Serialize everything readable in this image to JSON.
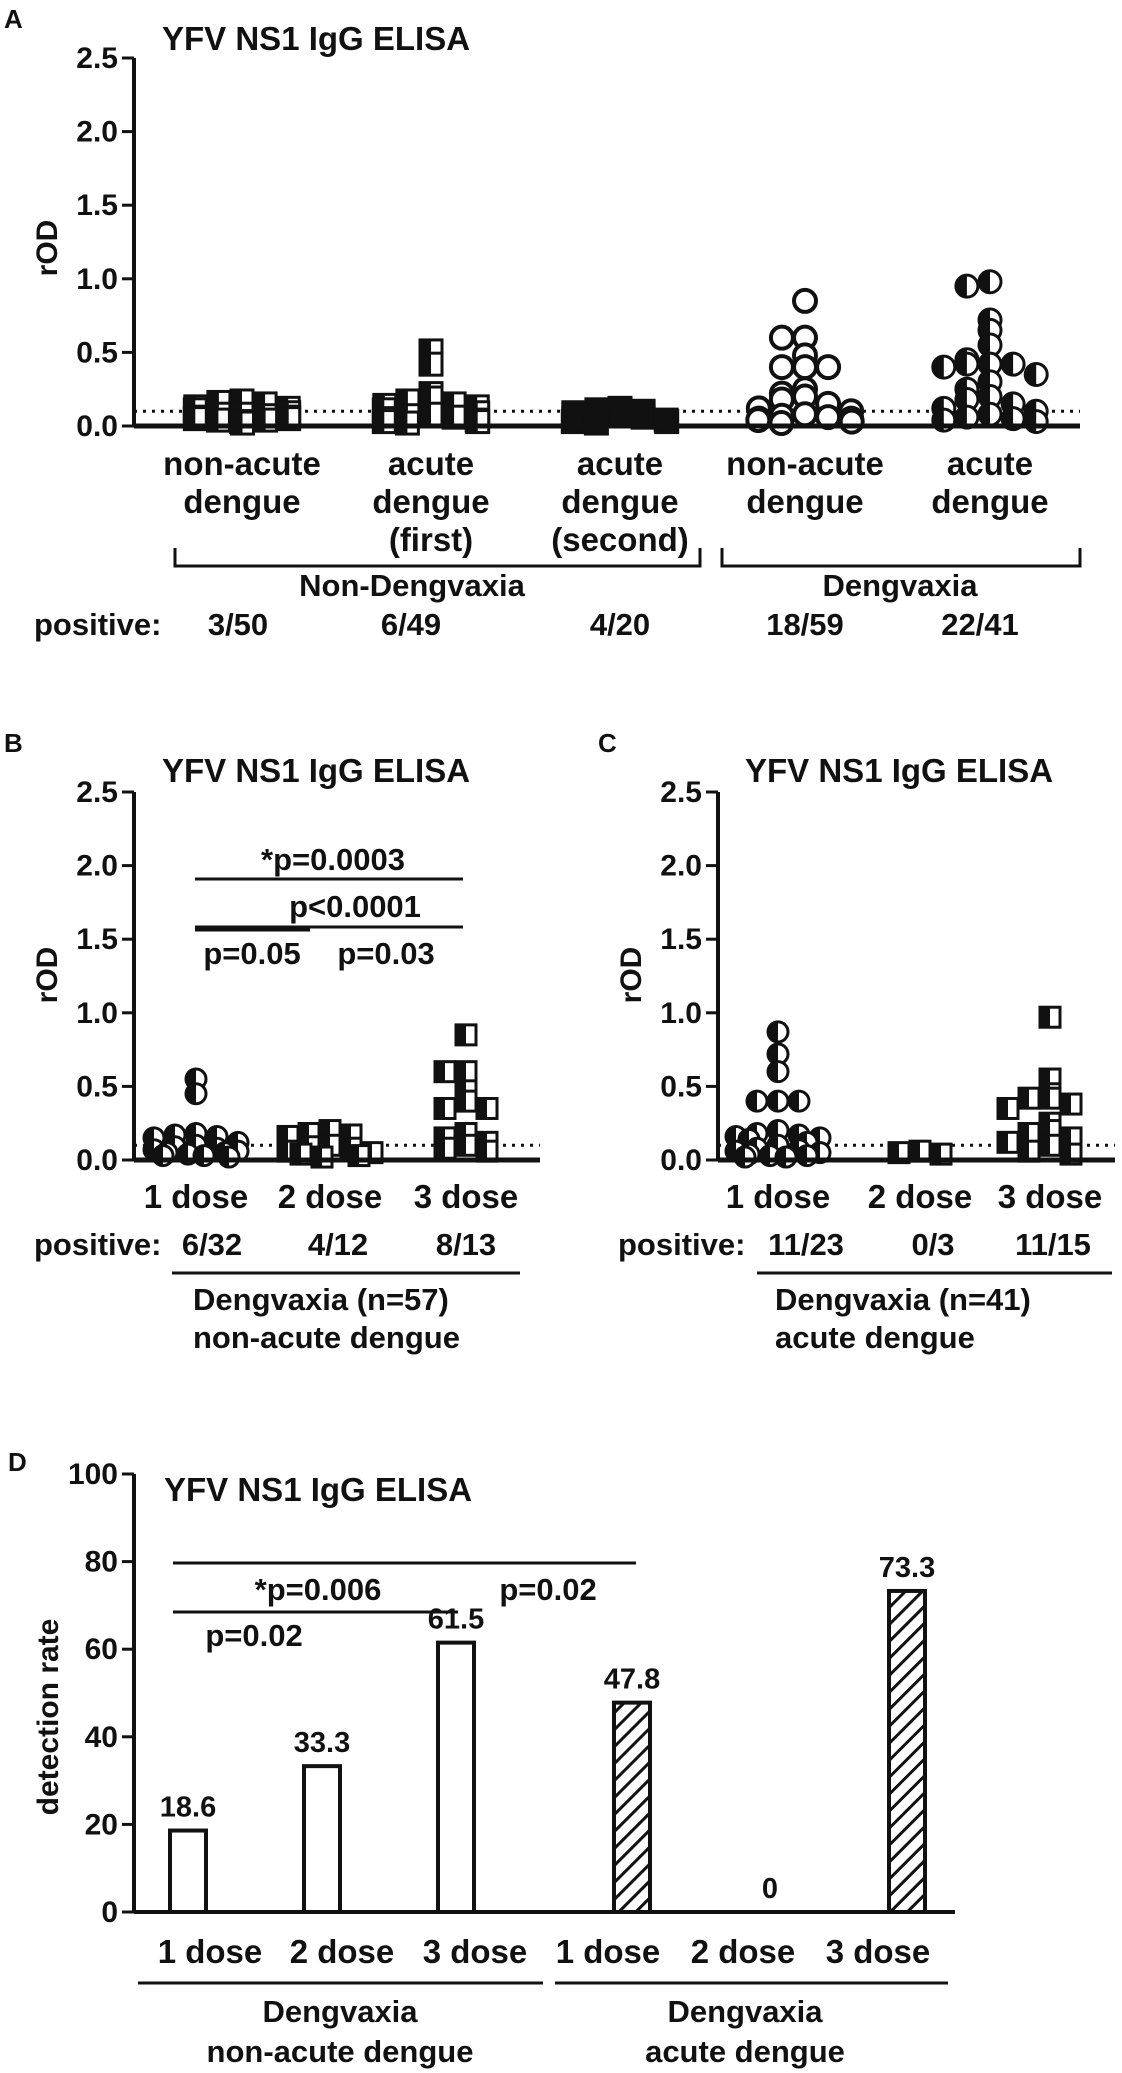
{
  "colors": {
    "ink": "#111111",
    "background": "#ffffff"
  },
  "chart_data": [
    {
      "panel": "A",
      "type": "scatter",
      "title": "YFV NS1 IgG ELISA",
      "ylabel": "rOD",
      "ylim": [
        0,
        2.5
      ],
      "yticks": [
        "0.0",
        "0.5",
        "1.0",
        "1.5",
        "2.0",
        "2.5"
      ],
      "cutoff": 0.1,
      "categories": [
        [
          "non-acute",
          "dengue"
        ],
        [
          "acute",
          "dengue",
          "(first)"
        ],
        [
          "acute",
          "dengue",
          "(second)"
        ],
        [
          "non-acute",
          "dengue"
        ],
        [
          "acute",
          "dengue"
        ]
      ],
      "groups": [
        "Non-Dengvaxia",
        "Dengvaxia"
      ],
      "positive_label": "positive:",
      "positive": [
        "3/50",
        "6/49",
        "4/20",
        "18/59",
        "22/41"
      ],
      "series": [
        {
          "marker": "square-half",
          "values": [
            0.15,
            0.16,
            0.17,
            0.12,
            0.13,
            0.11,
            0.09,
            0.08,
            0.07,
            0.06,
            0.05,
            0.04,
            0.03,
            0.02,
            0.08,
            0.06,
            0.05,
            0.04
          ]
        },
        {
          "marker": "square-half",
          "values": [
            0.51,
            0.42,
            0.22,
            0.19,
            0.17,
            0.15,
            0.14,
            0.13,
            0.11,
            0.09,
            0.08,
            0.07,
            0.06,
            0.05,
            0.04,
            0.03,
            0.03,
            0.02
          ]
        },
        {
          "marker": "square-fill",
          "values": [
            0.12,
            0.11,
            0.1,
            0.09,
            0.08,
            0.07,
            0.06,
            0.05,
            0.04,
            0.03,
            0.03,
            0.02
          ]
        },
        {
          "marker": "circle-open",
          "values": [
            0.85,
            0.6,
            0.6,
            0.48,
            0.4,
            0.4,
            0.4,
            0.25,
            0.22,
            0.2,
            0.18,
            0.15,
            0.12,
            0.1,
            0.08,
            0.07,
            0.06,
            0.05,
            0.05,
            0.04,
            0.03,
            0.02
          ]
        },
        {
          "marker": "circle-half",
          "values": [
            0.98,
            0.95,
            0.72,
            0.65,
            0.55,
            0.45,
            0.42,
            0.42,
            0.42,
            0.4,
            0.35,
            0.3,
            0.25,
            0.2,
            0.18,
            0.15,
            0.12,
            0.1,
            0.08,
            0.06,
            0.05,
            0.04,
            0.03
          ]
        }
      ]
    },
    {
      "panel": "B",
      "type": "scatter",
      "title": "YFV NS1 IgG ELISA",
      "ylabel": "rOD",
      "ylim": [
        0,
        2.5
      ],
      "yticks": [
        "0.0",
        "0.5",
        "1.0",
        "1.5",
        "2.0",
        "2.5"
      ],
      "cutoff": 0.1,
      "categories": [
        "1 dose",
        "2 dose",
        "3 dose"
      ],
      "positive_label": "positive:",
      "positive": [
        "6/32",
        "4/12",
        "8/13"
      ],
      "group": [
        "Dengvaxia (n=57)",
        "non-acute dengue"
      ],
      "comparisons": [
        "*p=0.0003",
        "p<0.0001",
        "p=0.05",
        "p=0.03"
      ],
      "series": [
        {
          "marker": "circle-half",
          "values": [
            0.55,
            0.45,
            0.18,
            0.17,
            0.16,
            0.15,
            0.12,
            0.1,
            0.09,
            0.08,
            0.07,
            0.06,
            0.05,
            0.05,
            0.04,
            0.03,
            0.03,
            0.02
          ]
        },
        {
          "marker": "square-half",
          "values": [
            0.2,
            0.18,
            0.17,
            0.16,
            0.1,
            0.09,
            0.08,
            0.06,
            0.05,
            0.04,
            0.03,
            0.02
          ]
        },
        {
          "marker": "square-half",
          "values": [
            0.85,
            0.6,
            0.6,
            0.47,
            0.4,
            0.35,
            0.35,
            0.18,
            0.15,
            0.12,
            0.1,
            0.08,
            0.06
          ]
        }
      ]
    },
    {
      "panel": "C",
      "type": "scatter",
      "title": "YFV NS1 IgG ELISA",
      "ylabel": "rOD",
      "ylim": [
        0,
        2.5
      ],
      "yticks": [
        "0.0",
        "0.5",
        "1.0",
        "1.5",
        "2.0",
        "2.5"
      ],
      "cutoff": 0.1,
      "categories": [
        "1 dose",
        "2 dose",
        "3 dose"
      ],
      "positive_label": "positive:",
      "positive": [
        "11/23",
        "0/3",
        "11/15"
      ],
      "group": [
        "Dengvaxia (n=41)",
        "acute dengue"
      ],
      "series": [
        {
          "marker": "circle-half",
          "values": [
            0.87,
            0.72,
            0.6,
            0.4,
            0.4,
            0.4,
            0.2,
            0.18,
            0.17,
            0.16,
            0.15,
            0.14,
            0.12,
            0.1,
            0.08,
            0.07,
            0.06,
            0.05,
            0.04,
            0.03,
            0.03,
            0.02,
            0.02
          ]
        },
        {
          "marker": "square-half",
          "values": [
            0.06,
            0.05,
            0.04
          ]
        },
        {
          "marker": "square-half",
          "values": [
            0.97,
            0.55,
            0.45,
            0.42,
            0.42,
            0.38,
            0.35,
            0.25,
            0.2,
            0.18,
            0.15,
            0.12,
            0.1,
            0.06,
            0.04
          ]
        }
      ]
    },
    {
      "panel": "D",
      "type": "bar",
      "title": "YFV NS1 IgG ELISA",
      "ylabel": "detection rate",
      "ylim": [
        0,
        100
      ],
      "yticks": [
        "0",
        "20",
        "40",
        "60",
        "80",
        "100"
      ],
      "categories": [
        "1 dose",
        "2 dose",
        "3 dose",
        "1 dose",
        "2 dose",
        "3 dose"
      ],
      "values": [
        18.6,
        33.3,
        61.5,
        47.8,
        0,
        73.3
      ],
      "value_labels": [
        "18.6",
        "33.3",
        "61.5",
        "47.8",
        "0",
        "73.3"
      ],
      "fills": [
        "open",
        "open",
        "open",
        "hatched",
        "hatched",
        "hatched"
      ],
      "groups": [
        [
          "Dengvaxia",
          "non-acute dengue"
        ],
        [
          "Dengvaxia",
          "acute dengue"
        ]
      ],
      "comparisons": [
        "*p=0.006",
        "p=0.02",
        "p=0.02"
      ]
    }
  ]
}
